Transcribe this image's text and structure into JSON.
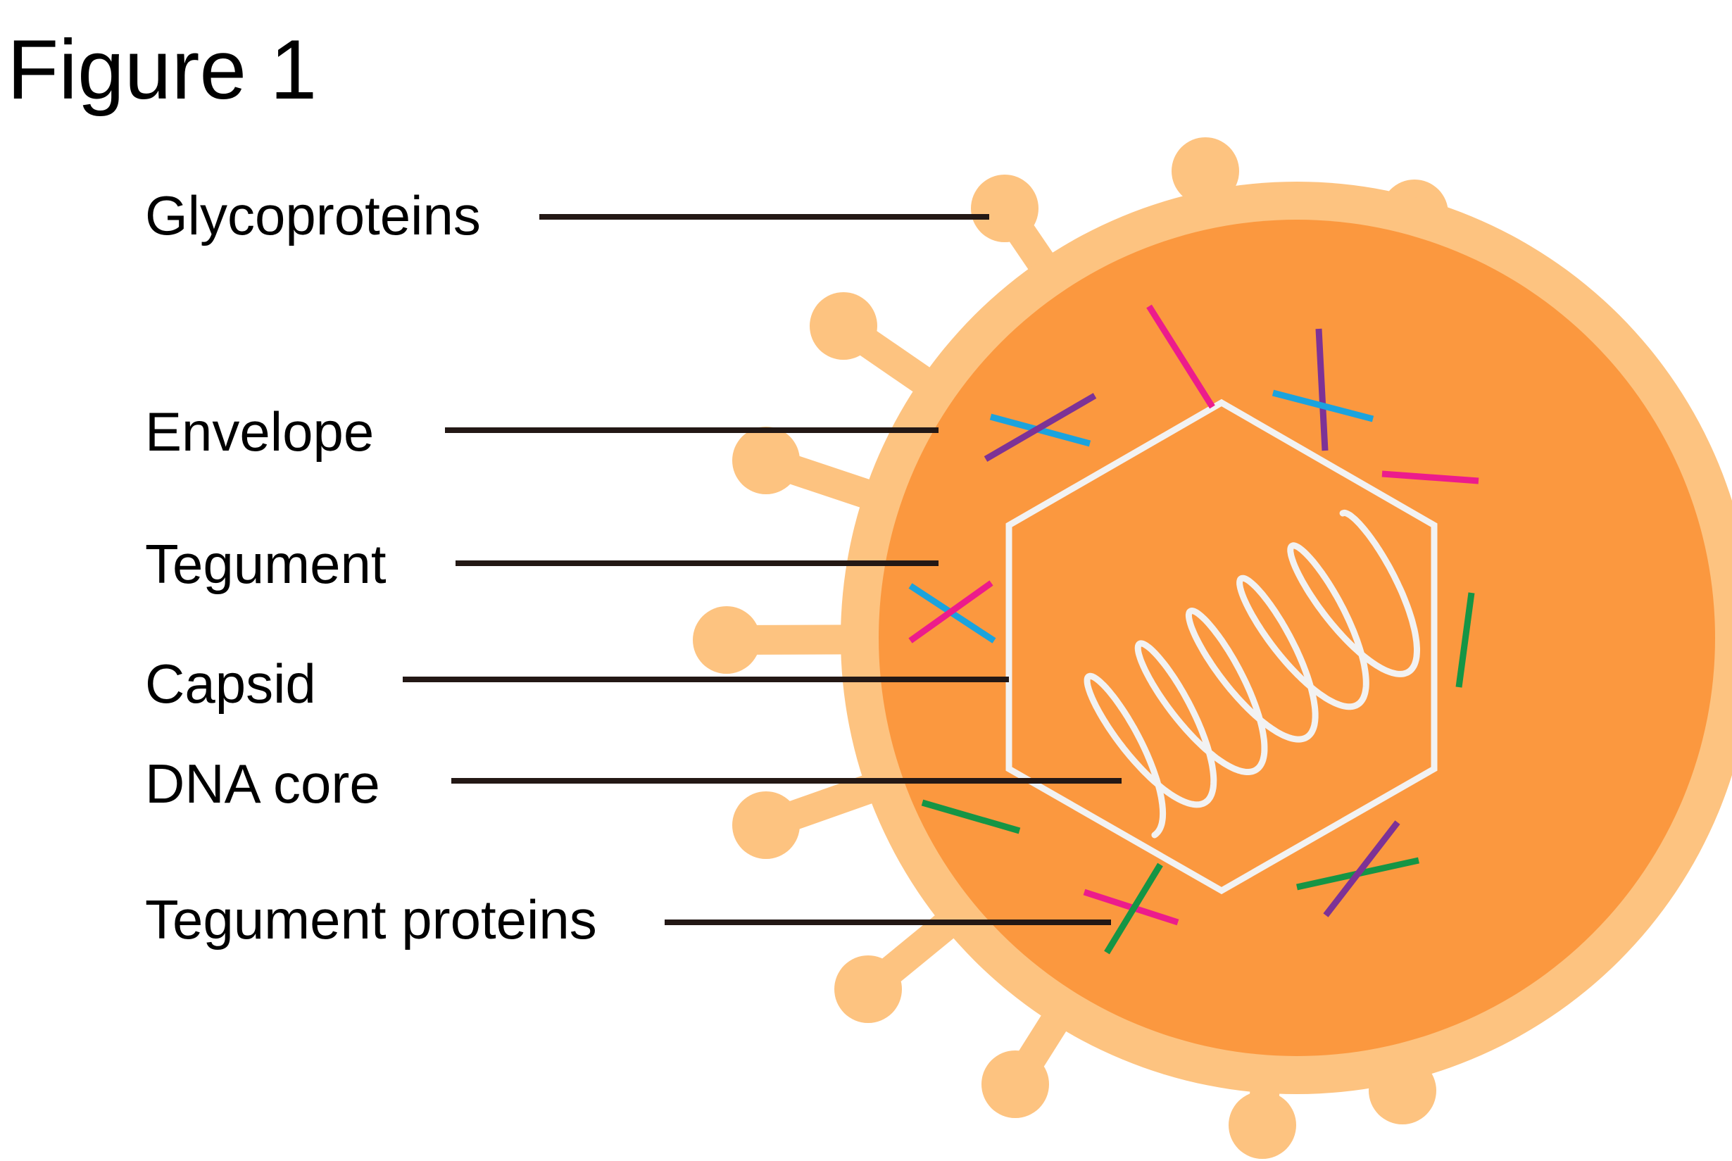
{
  "figure": {
    "title": "Figure 1"
  },
  "labels": {
    "glycoproteins": "Glycoproteins",
    "envelope": "Envelope",
    "tegument": "Tegument",
    "capsid": "Capsid",
    "dna_core": "DNA core",
    "tegument_proteins": "Tegument proteins"
  },
  "colors": {
    "envelope_ring": "#fdc380",
    "tegument_fill": "#fb983f",
    "capsid_outline": "#f2f2f2",
    "leader_line": "#231815",
    "protein_pink": "#ec1c8c",
    "protein_blue": "#1ba3dd",
    "protein_purple": "#7d3296",
    "protein_green": "#159545"
  }
}
